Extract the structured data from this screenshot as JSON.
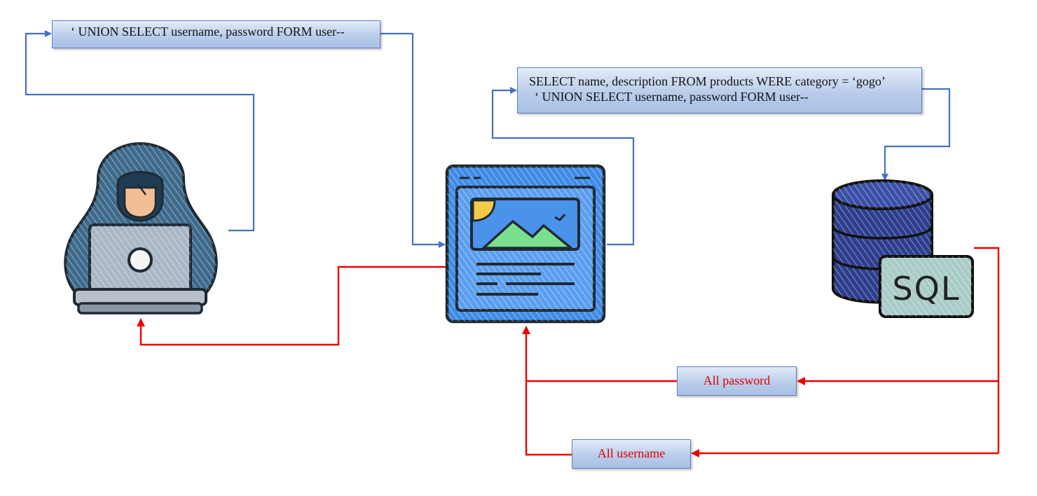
{
  "payload_box": {
    "text": "‘ UNION SELECT username, password FORM user--"
  },
  "query_box": {
    "line1": "SELECT name, description FROM products WERE category = ‘gogo’",
    "line2": "‘ UNION SELECT username, password FORM user--"
  },
  "result_boxes": {
    "password": "All password",
    "username": "All username"
  },
  "database_label": "SQL",
  "icons": {
    "attacker": "hooded-hacker-laptop-icon",
    "webpage": "browser-window-icon",
    "database": "sql-database-icon"
  },
  "colors": {
    "request_arrow": "#4472c4",
    "response_arrow": "#ee0000",
    "box_border": "#5b7fc0"
  }
}
